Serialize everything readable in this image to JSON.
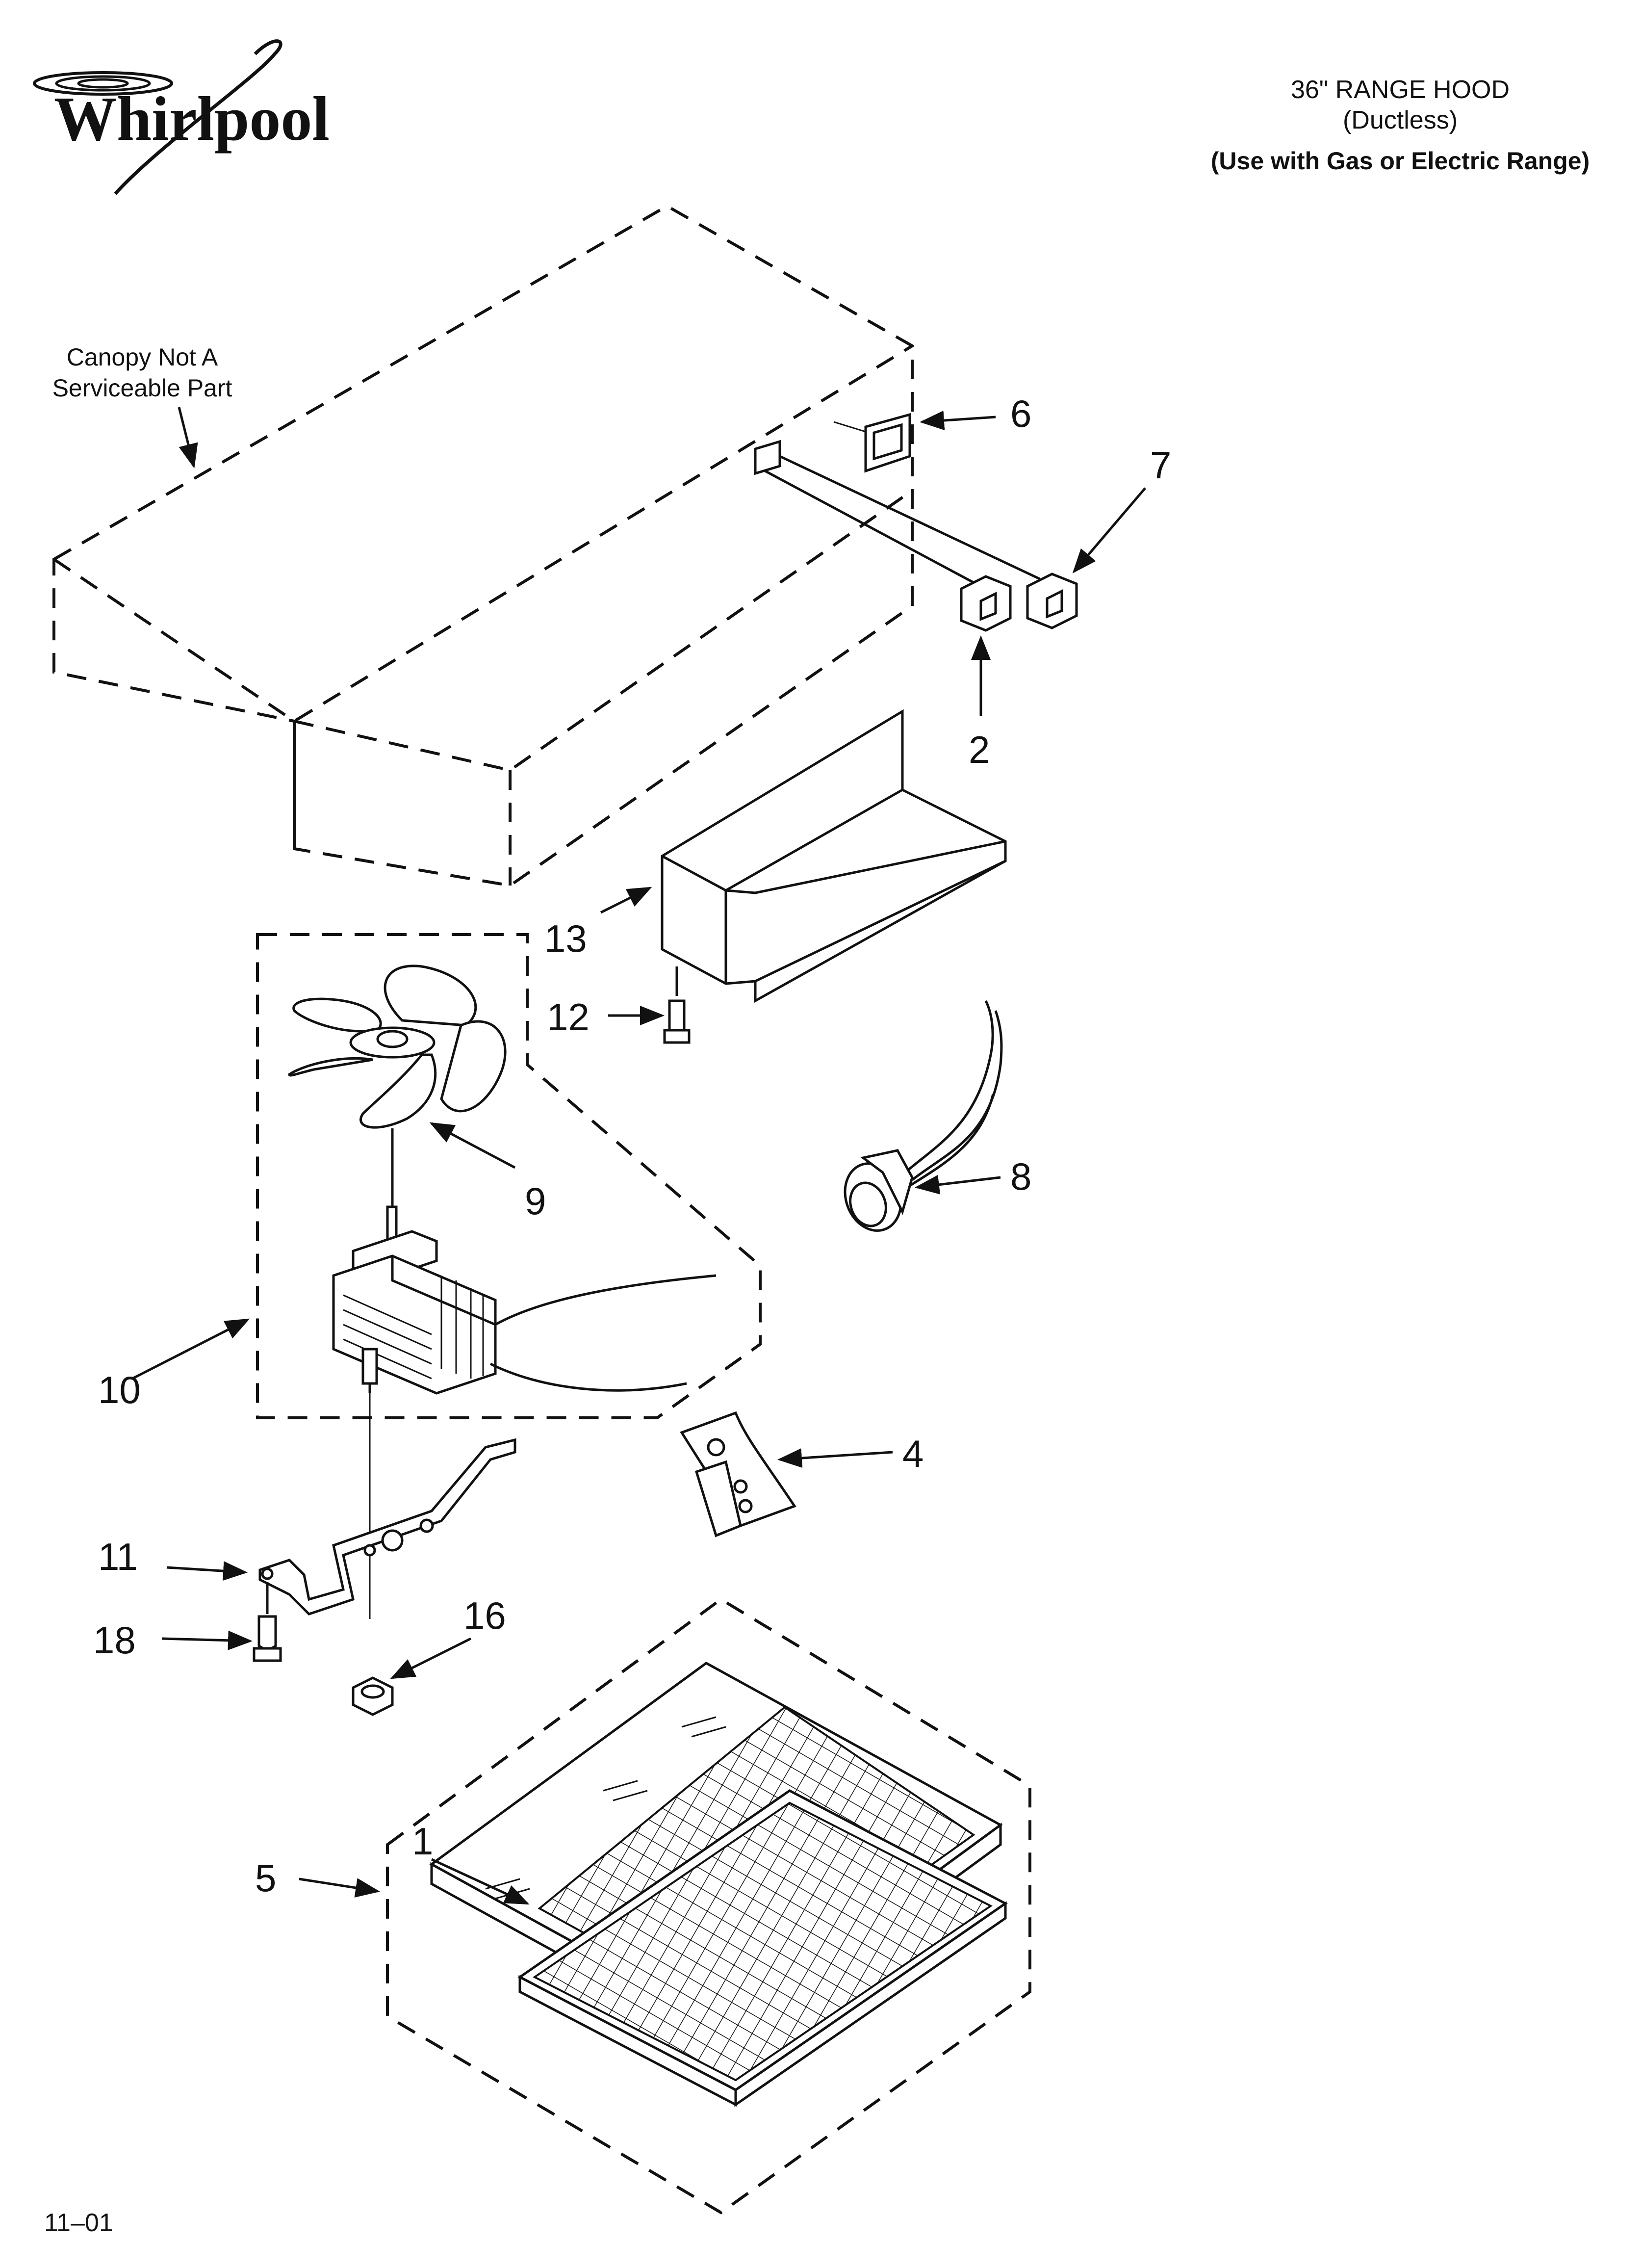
{
  "brand": {
    "logo_text": "Whirlpool"
  },
  "header": {
    "title": "36\" RANGE HOOD",
    "subtitle": "(Ductless)",
    "note": "(Use with Gas or Electric Range)"
  },
  "annotation": {
    "line1": "Canopy Not A",
    "line2": "Serviceable Part"
  },
  "callouts": {
    "p1": "1",
    "p2": "2",
    "p4": "4",
    "p5": "5",
    "p6": "6",
    "p7": "7",
    "p8": "8",
    "p9": "9",
    "p10": "10",
    "p11": "11",
    "p12": "12",
    "p13": "13",
    "p16": "16",
    "p18": "18"
  },
  "footer": {
    "code": "11–01"
  }
}
